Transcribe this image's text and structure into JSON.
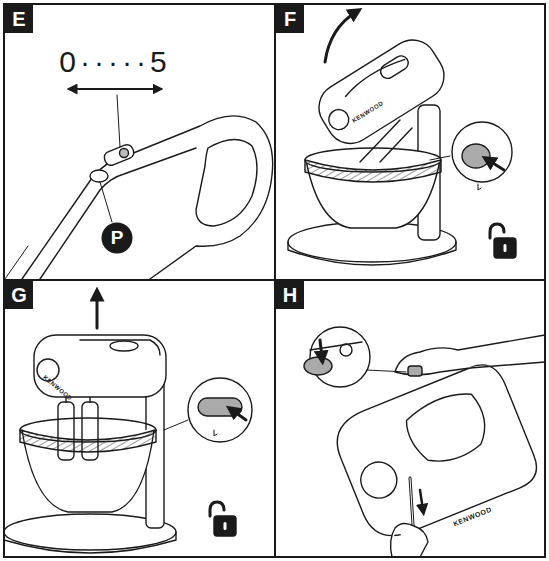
{
  "diagram": {
    "nodes": [
      {
        "text": [
          "E"
        ]
      },
      {
        "text": [
          "P"
        ],
        "in": 0
      },
      {
        "text": [
          "F"
        ]
      },
      {
        "text": [
          "G"
        ]
      },
      {
        "text": [
          "H"
        ]
      }
    ],
    "labels": [
      "0·····5",
      "KENWOOD",
      "KENWOOD",
      "KENWOOD"
    ]
  }
}
